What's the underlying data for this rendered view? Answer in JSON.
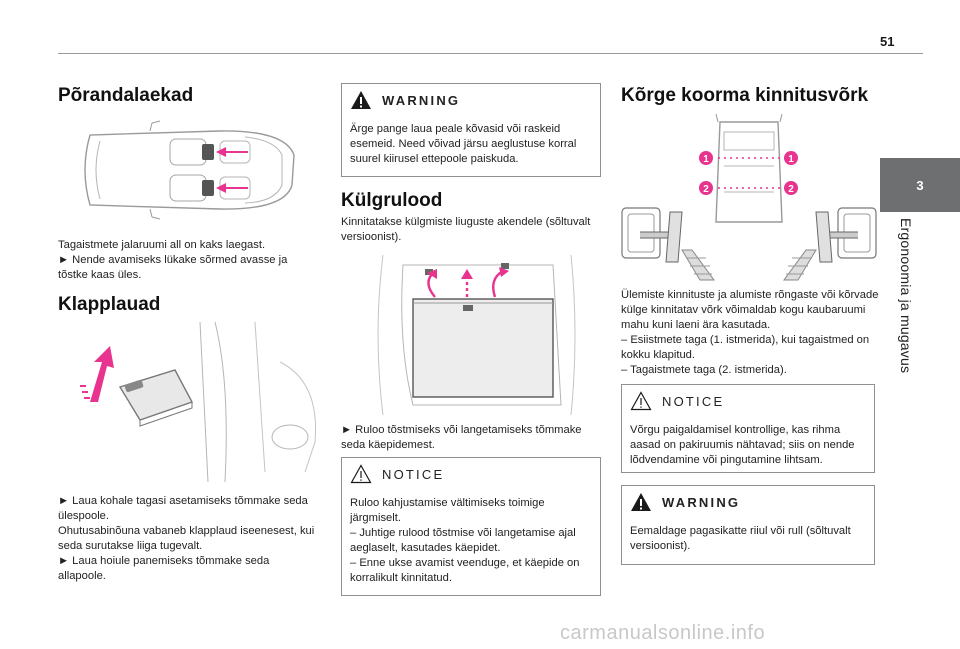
{
  "page": {
    "number": "51"
  },
  "side_tab": {
    "chapter": "3",
    "title": "Ergonoomia ja mugavus"
  },
  "col1": {
    "title1": "Põrandalaekad",
    "text1": [
      "Tagaistmete jalaruumi all on kaks laegast.",
      "► Nende avamiseks lükake sõrmed avasse ja tõstke kaas üles."
    ],
    "title2": "Klapplauad",
    "text2": [
      "► Laua kohale tagasi asetamiseks tõmmake seda ülespoole.",
      "Ohutusabinõuna vabaneb klapplaud iseenesest, kui seda surutakse liiga tugevalt.",
      "► Laua hoiule panemiseks tõmmake seda allapoole."
    ]
  },
  "col2": {
    "warning": {
      "label": "WARNING",
      "text": "Ärge pange laua peale kõvasid või raskeid esemeid. Need võivad järsu aeglustuse korral suurel kiirusel ettepoole paiskuda."
    },
    "title": "Külgrulood",
    "intro": "Kinnitatakse külgmiste liuguste akendele (sõltuvalt versioonist).",
    "instruction": "► Ruloo tõstmiseks või langetamiseks tõmmake seda käepidemest.",
    "notice": {
      "label": "NOTICE",
      "lines": [
        "Ruloo kahjustamise vältimiseks toimige järgmiselt.",
        "–  Juhtige rulood tõstmise või langetamise ajal aeglaselt, kasutades käepidet.",
        "–  Enne ukse avamist veenduge, et käepide on korralikult kinnitatud."
      ]
    }
  },
  "col3": {
    "title": "Kõrge koorma kinnitusvõrk",
    "markers": [
      "1",
      "1",
      "2",
      "2"
    ],
    "text": [
      "Ülemiste kinnituste ja alumiste rõngaste või kõrvade külge kinnitatav võrk võimaldab kogu kaubaruumi mahu kuni laeni ära kasutada.",
      "–  Esiistmete taga (1. istmerida), kui tagaistmed on kokku klapitud.",
      "–  Tagaistmete taga (2. istmerida)."
    ],
    "notice": {
      "label": "NOTICE",
      "text": "Võrgu paigaldamisel kontrollige, kas rihma aasad on pakiruumis nähtavad; siis on nende lõdvendamine või pingutamine lihtsam."
    },
    "warning": {
      "label": "WARNING",
      "text": "Eemaldage pagasikatte riiul või rull (sõltuvalt versioonist)."
    }
  },
  "footer": {
    "watermark": "carmanualsonline.info"
  },
  "colors": {
    "accent": "#e8338f",
    "tab": "#6d6f71",
    "rule": "#9a9a9a"
  }
}
